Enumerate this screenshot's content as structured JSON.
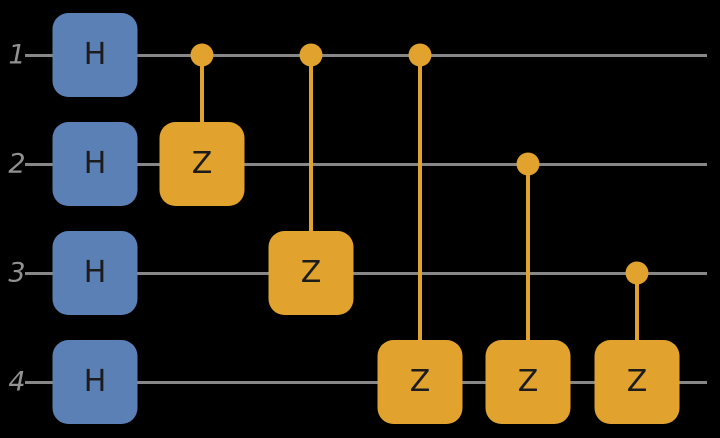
{
  "circuit": {
    "type": "quantum-circuit-diagram",
    "background_color": "#000000",
    "wire_color": "#878787",
    "label_color": "#919191",
    "gate_text_color": "#1c1c1c",
    "hadamard_color": "#5b80b5",
    "cz_color": "#e1a32e",
    "qubits": [
      {
        "label": "1"
      },
      {
        "label": "2"
      },
      {
        "label": "3"
      },
      {
        "label": "4"
      }
    ],
    "gate_labels": {
      "h": "H",
      "z": "Z"
    },
    "gates": {
      "hadamard": [
        {
          "qubit": 0,
          "column": 0
        },
        {
          "qubit": 1,
          "column": 0
        },
        {
          "qubit": 2,
          "column": 0
        },
        {
          "qubit": 3,
          "column": 0
        }
      ],
      "cz": [
        {
          "control": 0,
          "target": 1,
          "column": 1
        },
        {
          "control": 0,
          "target": 2,
          "column": 2
        },
        {
          "control": 0,
          "target": 3,
          "column": 3
        },
        {
          "control": 1,
          "target": 3,
          "column": 4
        },
        {
          "control": 2,
          "target": 3,
          "column": 5
        }
      ]
    }
  }
}
